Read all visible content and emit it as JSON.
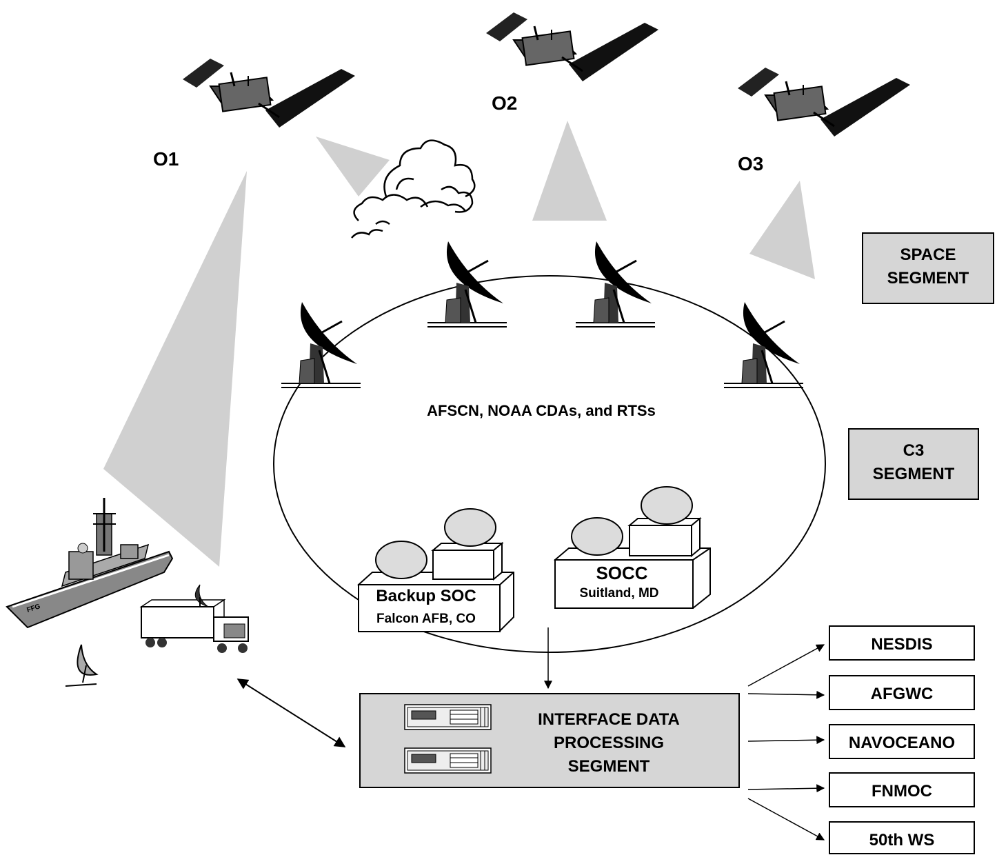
{
  "satellites": [
    {
      "id": "o1",
      "label": "O1"
    },
    {
      "id": "o2",
      "label": "O2"
    },
    {
      "id": "o3",
      "label": "O3"
    }
  ],
  "segments": {
    "space": {
      "line1": "SPACE",
      "line2": "SEGMENT"
    },
    "c3": {
      "line1": "C3",
      "line2": "SEGMENT"
    }
  },
  "ground_network_label": "AFSCN, NOAA CDAs, and RTSs",
  "backup_soc": {
    "title": "Backup SOC",
    "location": "Falcon AFB, CO"
  },
  "socc": {
    "title": "SOCC",
    "location": "Suitland, MD"
  },
  "idps": {
    "line1": "INTERFACE DATA",
    "line2": "PROCESSING",
    "line3": "SEGMENT"
  },
  "centrals": [
    "NESDIS",
    "AFGWC",
    "NAVOCEANO",
    "FNMOC",
    "50th WS"
  ],
  "colors": {
    "panel_gray": "#d6d6d6",
    "beam_gray": "#d0d0d0",
    "cylinder_gray": "#dcdcdc",
    "ink": "#000000"
  }
}
